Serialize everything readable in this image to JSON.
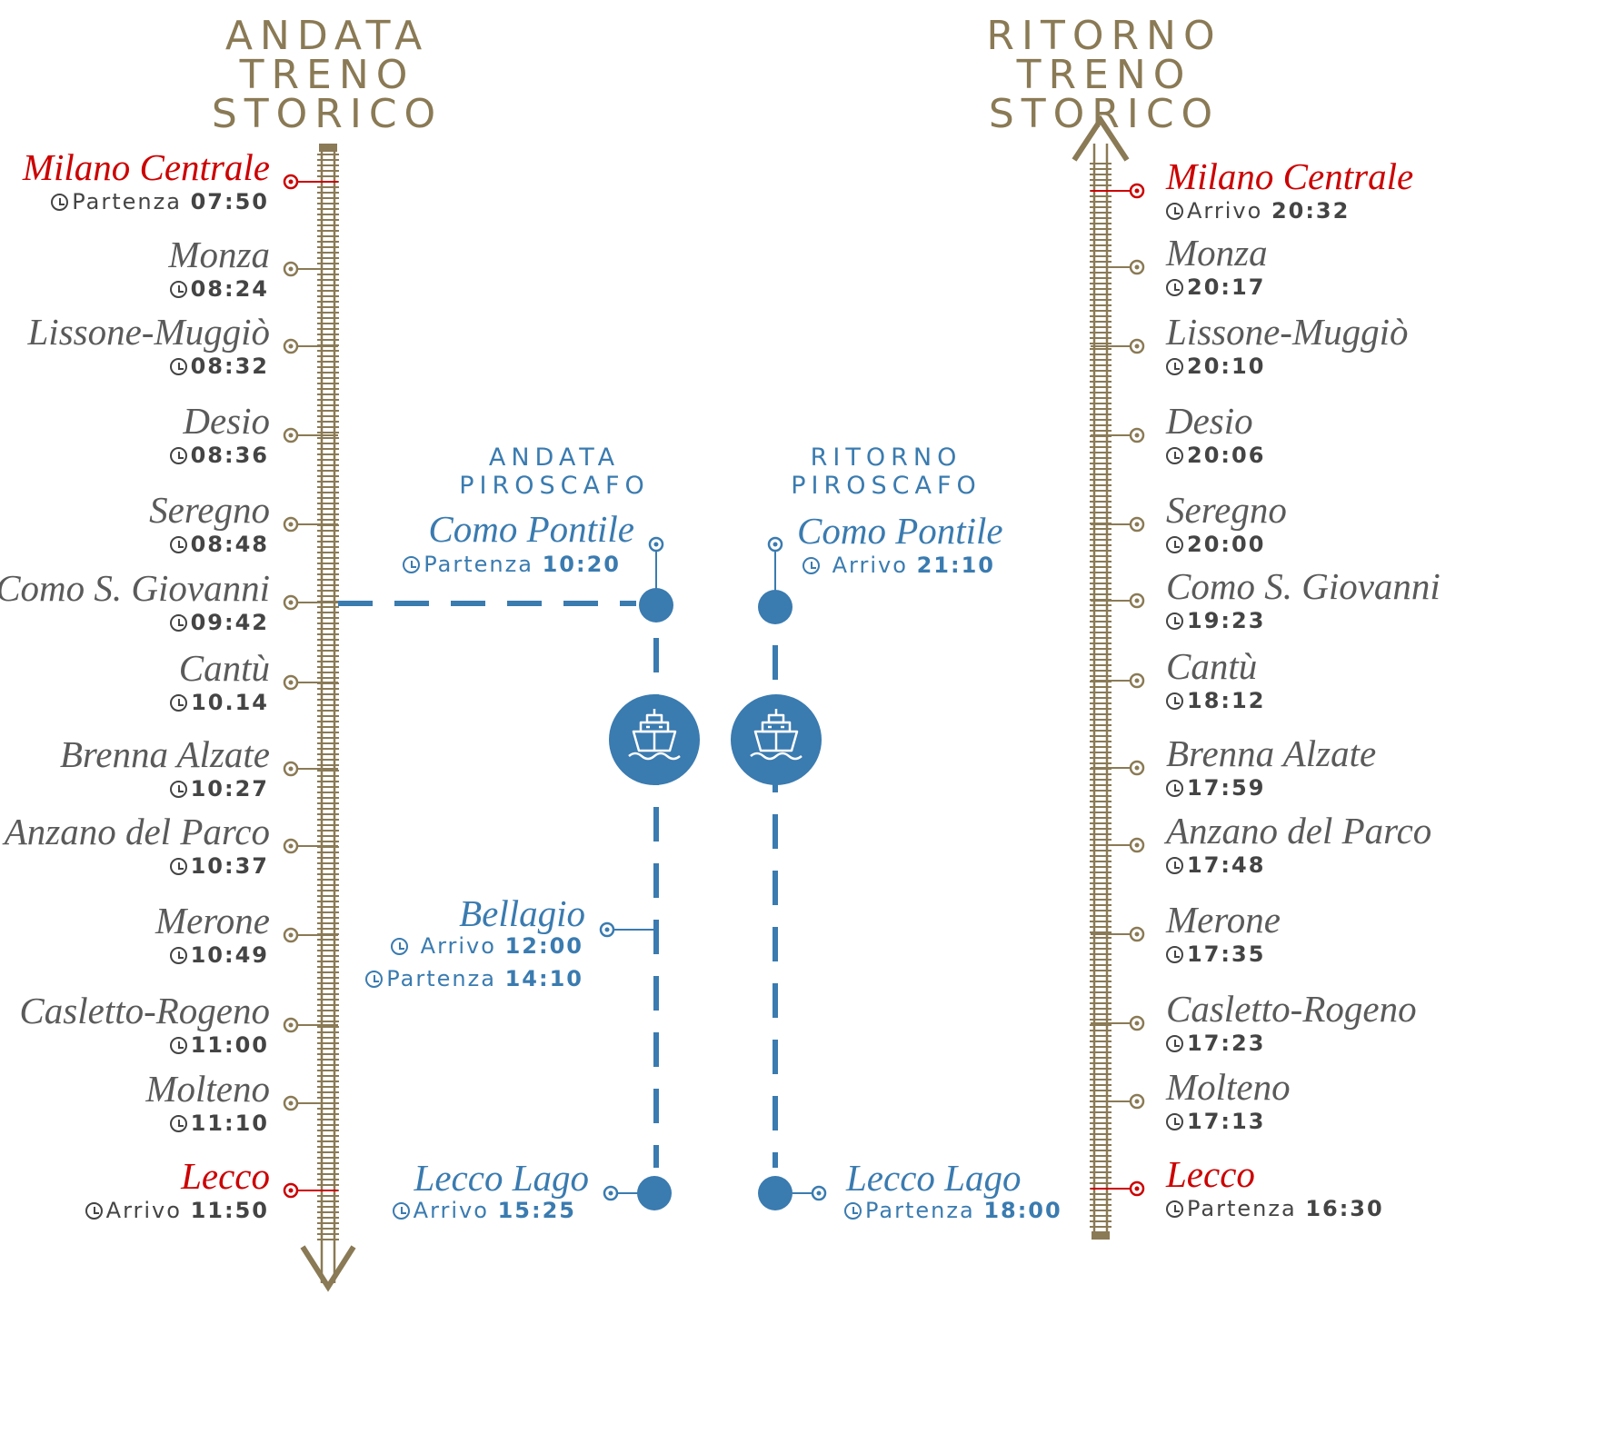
{
  "colors": {
    "gold": "#8a7a55",
    "red": "#cc0000",
    "blue": "#3a7bb0",
    "text": "#5a5a5a"
  },
  "headers": {
    "andata_train": {
      "line1": "ANDATA",
      "line2": "TRENO STORICO"
    },
    "ritorno_train": {
      "line1": "RITORNO",
      "line2": "TRENO STORICO"
    },
    "andata_boat": {
      "line1": "ANDATA",
      "line2": "PIROSCAFO"
    },
    "ritorno_boat": {
      "line1": "RITORNO",
      "line2": "PIROSCAFO"
    }
  },
  "andata_train": [
    {
      "name": "Milano Centrale",
      "label": "Partenza",
      "time": "07:50",
      "highlight": true
    },
    {
      "name": "Monza",
      "label": "",
      "time": "08:24"
    },
    {
      "name": "Lissone-Muggiò",
      "label": "",
      "time": "08:32"
    },
    {
      "name": "Desio",
      "label": "",
      "time": "08:36"
    },
    {
      "name": "Seregno",
      "label": "",
      "time": "08:48"
    },
    {
      "name": "Como S. Giovanni",
      "label": "",
      "time": "09:42"
    },
    {
      "name": "Cantù",
      "label": "",
      "time": "10.14"
    },
    {
      "name": "Brenna Alzate",
      "label": "",
      "time": "10:27"
    },
    {
      "name": "Anzano del Parco",
      "label": "",
      "time": "10:37"
    },
    {
      "name": "Merone",
      "label": "",
      "time": "10:49"
    },
    {
      "name": "Casletto-Rogeno",
      "label": "",
      "time": "11:00"
    },
    {
      "name": "Molteno",
      "label": "",
      "time": "11:10"
    },
    {
      "name": "Lecco",
      "label": "Arrivo",
      "time": "11:50",
      "highlight": true
    }
  ],
  "ritorno_train": [
    {
      "name": "Milano Centrale",
      "label": "Arrivo",
      "time": "20:32",
      "highlight": true
    },
    {
      "name": "Monza",
      "label": "",
      "time": "20:17"
    },
    {
      "name": "Lissone-Muggiò",
      "label": "",
      "time": "20:10"
    },
    {
      "name": "Desio",
      "label": "",
      "time": "20:06"
    },
    {
      "name": "Seregno",
      "label": "",
      "time": "20:00"
    },
    {
      "name": "Como S. Giovanni",
      "label": "",
      "time": "19:23"
    },
    {
      "name": "Cantù",
      "label": "",
      "time": "18:12"
    },
    {
      "name": "Brenna Alzate",
      "label": "",
      "time": "17:59"
    },
    {
      "name": "Anzano del Parco",
      "label": "",
      "time": "17:48"
    },
    {
      "name": "Merone",
      "label": "",
      "time": "17:35"
    },
    {
      "name": "Casletto-Rogeno",
      "label": "",
      "time": "17:23"
    },
    {
      "name": "Molteno",
      "label": "",
      "time": "17:13"
    },
    {
      "name": "Lecco",
      "label": "Partenza",
      "time": "16:30",
      "highlight": true
    }
  ],
  "andata_boat": {
    "como": {
      "name": "Como Pontile",
      "label": "Partenza",
      "time": "10:20"
    },
    "bellagio": {
      "name": "Bellagio",
      "arr_label": "Arrivo",
      "arr_time": "12:00",
      "dep_label": "Partenza",
      "dep_time": "14:10"
    },
    "lecco": {
      "name": "Lecco Lago",
      "label": "Arrivo",
      "time": "15:25"
    }
  },
  "ritorno_boat": {
    "como": {
      "name": "Como Pontile",
      "label": "Arrivo",
      "time": "21:10"
    },
    "lecco": {
      "name": "Lecco Lago",
      "label": "Partenza",
      "time": "18:00"
    }
  },
  "icons": {
    "clock": "clock-icon",
    "ship": "ship-icon",
    "arrow_down": "arrow-down-icon",
    "arrow_up": "arrow-up-icon"
  }
}
